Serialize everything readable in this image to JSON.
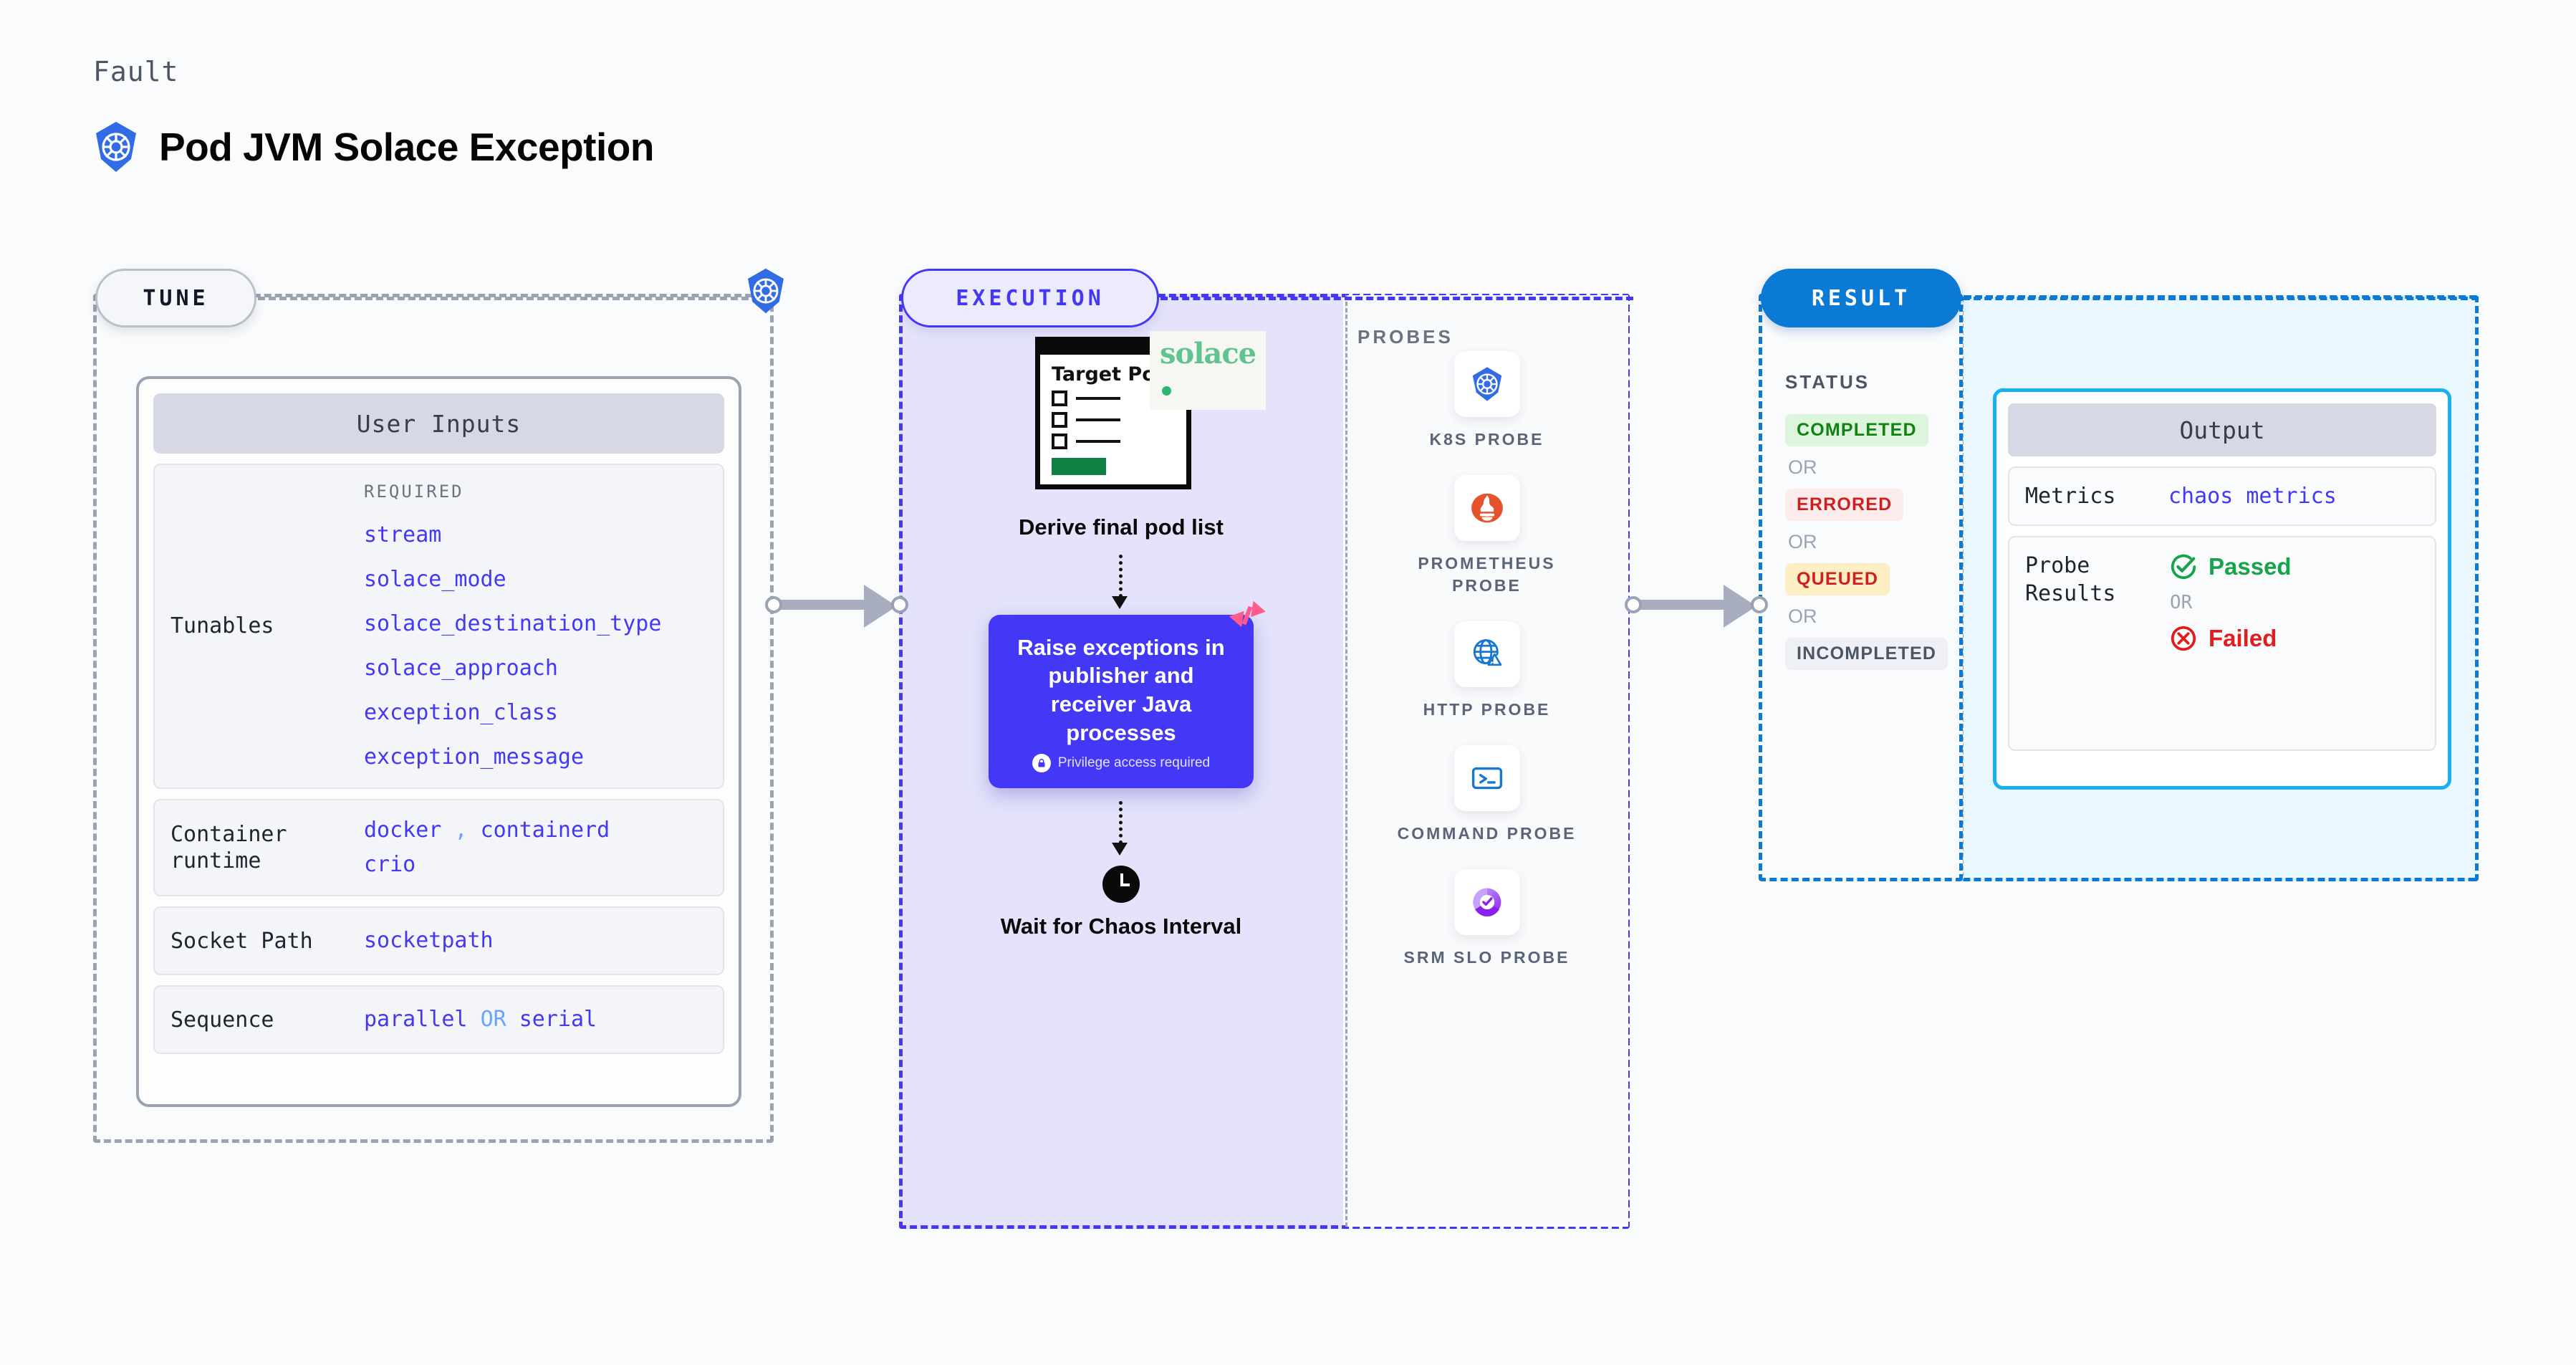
{
  "header": {
    "kicker": "Fault",
    "title": "Pod JVM Solace Exception",
    "logo_icon": "kubernetes-icon"
  },
  "tune": {
    "pill_label": "TUNE",
    "badge_icon": "kubernetes-icon",
    "card_title": "User Inputs",
    "rows": [
      {
        "label": "Tunables",
        "caption": "REQUIRED",
        "items": [
          "stream",
          "solace_mode",
          "solace_destination_type",
          "solace_approach",
          "exception_class",
          "exception_message"
        ]
      },
      {
        "label": "Container runtime",
        "value_1": "docker",
        "separator_1": ",",
        "value_2": "containerd",
        "value_3": "crio"
      },
      {
        "label": "Socket Path",
        "value": "socketpath"
      },
      {
        "label": "Sequence",
        "value_1": "parallel",
        "separator": "OR",
        "value_2": "serial"
      }
    ]
  },
  "execution": {
    "pill_label": "EXECUTION",
    "flow": {
      "target_pods_title": "Target Pods",
      "brand_badge": "solace",
      "step_1_caption": "Derive final pod list",
      "action_headline": "Raise exceptions in publisher and receiver Java processes",
      "privilege_note": "Privilege access required",
      "step_3_caption": "Wait for Chaos Interval"
    },
    "probes": {
      "caption": "PROBES",
      "items": [
        {
          "name": "K8S PROBE",
          "icon": "kubernetes-icon"
        },
        {
          "name": "PROMETHEUS PROBE",
          "icon": "prometheus-icon"
        },
        {
          "name": "HTTP PROBE",
          "icon": "globe-warning-icon"
        },
        {
          "name": "COMMAND PROBE",
          "icon": "terminal-icon"
        },
        {
          "name": "SRM SLO PROBE",
          "icon": "srm-slo-icon"
        }
      ]
    }
  },
  "result": {
    "pill_label": "RESULT",
    "status_caption": "STATUS",
    "or_label": "OR",
    "statuses": [
      {
        "label": "COMPLETED",
        "bg": "#dcf5dc",
        "fg": "#128312"
      },
      {
        "label": "ERRORED",
        "bg": "#fdecec",
        "fg": "#cf1f1f"
      },
      {
        "label": "QUEUED",
        "bg": "#fdeec4",
        "fg": "#cf1f1f"
      },
      {
        "label": "INCOMPLETED",
        "bg": "#eef0f5",
        "fg": "#4b5563"
      }
    ]
  },
  "output": {
    "card_title": "Output",
    "metrics_label": "Metrics",
    "metrics_value": "chaos metrics",
    "probe_results_label": "Probe Results",
    "passed_label": "Passed",
    "failed_label": "Failed",
    "or_label": "OR"
  },
  "colors": {
    "accent_violet": "#4338f5",
    "accent_blue": "#0b7ad4",
    "accent_cyan": "#18b0ef",
    "k8s_blue": "#326ce5",
    "pass_green": "#16a34a",
    "fail_red": "#e11d1d",
    "prometheus_orange": "#e6522c",
    "solace_green": "#5fc48f",
    "litmus_pink": "#ff5c8d"
  }
}
